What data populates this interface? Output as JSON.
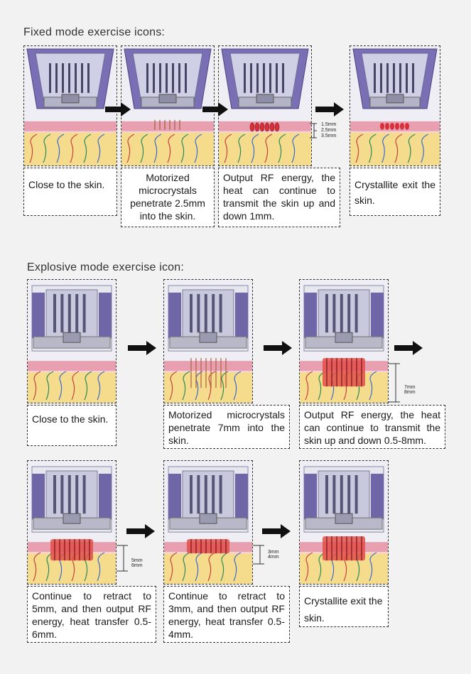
{
  "fixed": {
    "title": "Fixed mode exercise icons:",
    "steps": [
      {
        "caption": "Close to the skin."
      },
      {
        "caption": "Motorized microcrystals penetrate 2.5mm into the skin."
      },
      {
        "caption": "Output RF energy, the heat can continue to transmit the skin up and down 1mm."
      },
      {
        "caption": "Crystallite exit the skin."
      }
    ],
    "depth_labels": [
      "1.5mm",
      "2.5mm",
      "3.5mm"
    ]
  },
  "explosive": {
    "title": "Explosive mode exercise icon:",
    "steps": [
      {
        "caption": "Close to the skin."
      },
      {
        "caption": "Motorized microcrystals penetrate 7mm into the skin."
      },
      {
        "caption": "Output RF energy, the heat can continue to transmit the skin up and down 0.5-8mm."
      },
      {
        "caption": "Continue to retract to 5mm, and then output RF energy, heat transfer 0.5-6mm."
      },
      {
        "caption": "Continue to retract to 3mm, and then output RF energy, heat transfer 0.5-4mm."
      },
      {
        "caption": "Crystallite exit the skin."
      }
    ],
    "depth_labels_1": [
      "7mm",
      "8mm"
    ],
    "depth_labels_2": [
      "5mm",
      "6mm"
    ],
    "depth_labels_3": [
      "3mm",
      "4mm"
    ]
  },
  "colors": {
    "device_purple": "#6f66a8",
    "skin_pink": "#e8a0b0",
    "fat_yellow": "#f4dc8c",
    "needle_red": "#d8303a"
  }
}
